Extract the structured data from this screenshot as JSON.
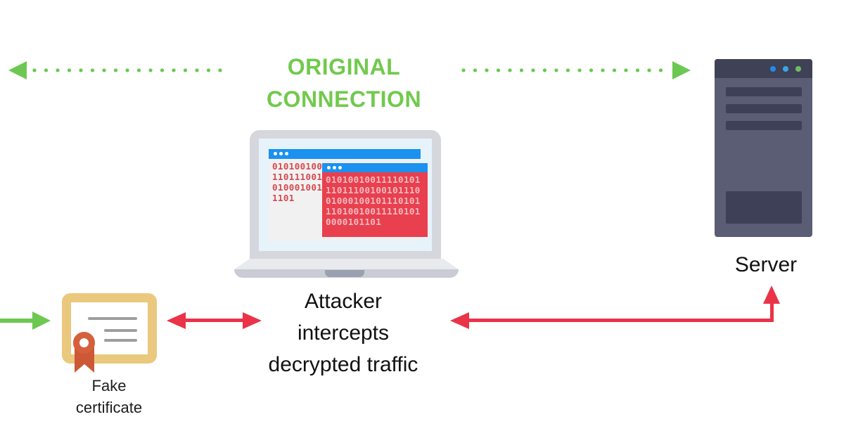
{
  "title": {
    "line1": "ORIGINAL",
    "line2": "CONNECTION"
  },
  "labels": {
    "attacker_line1": "Attacker",
    "attacker_line2": "intercepts",
    "attacker_line3": "decrypted traffic",
    "server": "Server",
    "certificate_line1": "Fake",
    "certificate_line2": "certificate"
  },
  "laptop": {
    "back_code": [
      "010100100",
      "110111001",
      "010001001",
      "1101"
    ],
    "front_code": [
      "01010010011110101",
      "11011100100101110",
      "01000100101110101",
      "11010010011110101",
      "0000101101"
    ]
  },
  "icons": {
    "green_arrow_left": "dotted-arrow-left",
    "green_arrow_right": "dotted-arrow-right",
    "red_double_arrow": "double-headed-arrow",
    "red_elbow_arrow": "elbow-arrow-to-server",
    "green_solid_arrow": "arrow-to-certificate"
  },
  "colors": {
    "green": "#6cc851",
    "title_green": "#72c94e",
    "red": "#ea3348",
    "window_blue": "#1b91f0",
    "server_body": "#5a5d73",
    "server_dark": "#3f4157",
    "server_dot_blue1": "#1e8ee8",
    "server_dot_blue2": "#3aa8e0",
    "server_dot_green": "#6cbf5e",
    "laptop_gray": "#d5d7dd",
    "screen_blue": "#e7f3fa",
    "code_red": "#d4494e",
    "code_pink": "#f4bac0",
    "cert_tan": "#eac87e",
    "seal_orange": "#d4603c",
    "label_text": "#111111"
  }
}
